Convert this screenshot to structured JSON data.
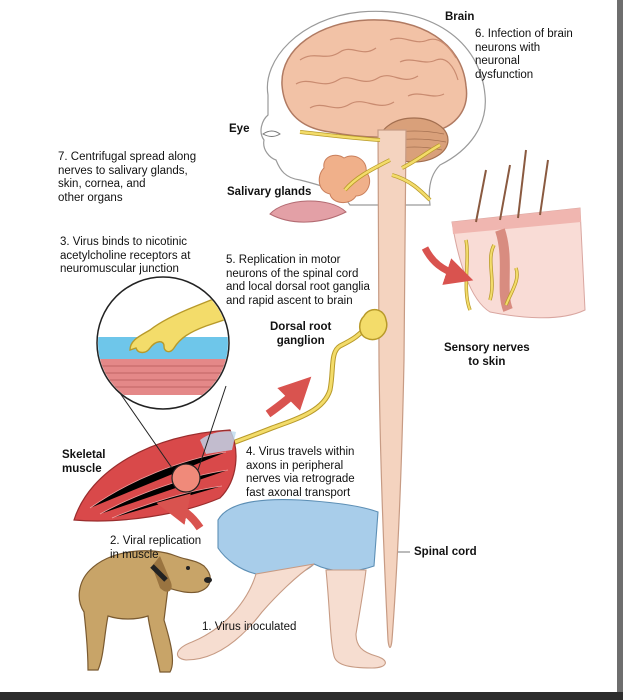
{
  "labels": {
    "brain": "Brain",
    "step6": "6. Infection of brain\nneurons with\nneuronal\ndysfunction",
    "eye": "Eye",
    "step7": "7. Centrifugal spread along\nnerves to salivary glands,\nskin, cornea, and\nother organs",
    "salivary": "Salivary glands",
    "step3": "3. Virus binds to nicotinic\nacetylcholine receptors at\nneuromuscular junction",
    "step5": "5. Replication in motor\nneurons of the spinal cord\nand local dorsal root ganglia\nand rapid ascent to brain",
    "drg": "Dorsal root\nganglion",
    "sensory": "Sensory nerves\nto skin",
    "skeletal": "Skeletal\nmuscle",
    "step4": "4. Virus travels within\naxons in peripheral\nnerves via retrograde\nfast axonal transport",
    "step2": "2. Viral replication\nin muscle",
    "spinal": "Spinal cord",
    "step1": "1. Virus inoculated"
  },
  "colors": {
    "brain": "#f2c2a6",
    "brain_outline": "#b07a62",
    "cerebellum": "#d9a07a",
    "spinal_cord": "#f4d3bf",
    "nerve": "#f3dc6a",
    "nerve_outline": "#b89a2a",
    "arrow": "#d9534f",
    "muscle": "#d9494a",
    "shorts": "#a8cdea",
    "skin": "#f6ddd0",
    "dog": "#c8a468",
    "receptor_blue": "#6ec6ea",
    "salivary": "#f0b08a"
  }
}
